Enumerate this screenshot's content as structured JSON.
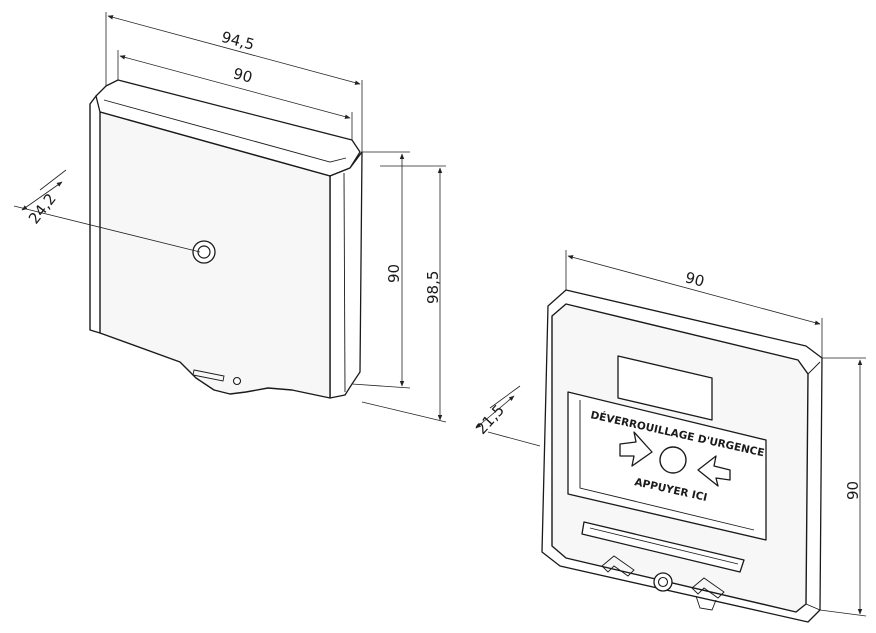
{
  "dimensions": {
    "left_width_outer": "94,5",
    "left_width_inner": "90",
    "left_depth": "24,2",
    "left_height_inner": "90",
    "left_height_outer": "98,5",
    "right_width": "90",
    "right_depth": "21,5",
    "right_height": "90"
  },
  "device_labels": {
    "top_text": "DÉVERROUILLAGE D'URGENCE",
    "bottom_text": "APPUYER ICI"
  },
  "colors": {
    "line": "#1a1a1a",
    "panel": "#f7f7f7"
  }
}
